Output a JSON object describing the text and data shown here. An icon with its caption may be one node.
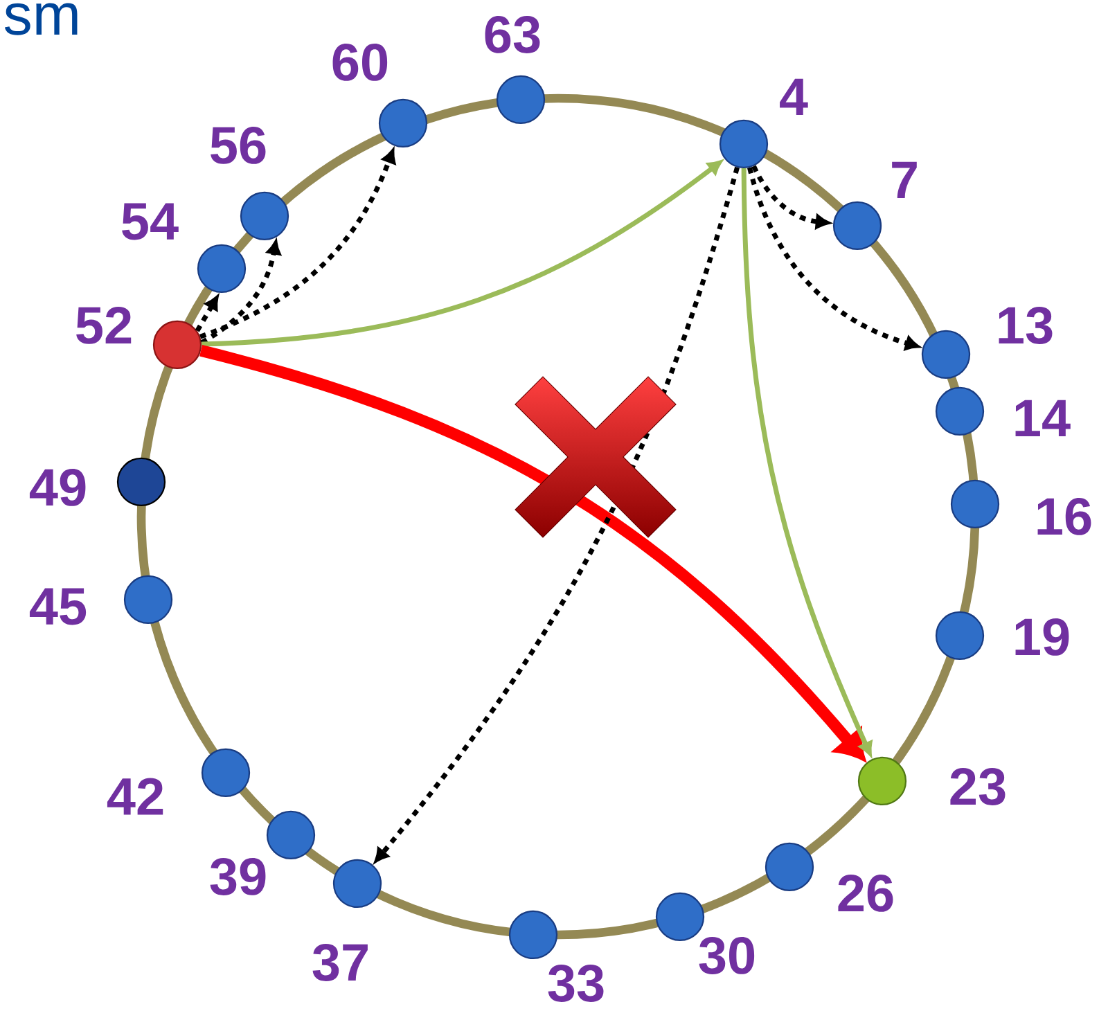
{
  "diagram": {
    "nodes": [
      {
        "text": [],
        "shape": "circle",
        "beside": [
          "63"
        ]
      },
      {
        "text": [],
        "shape": "circle",
        "beside": [
          "4"
        ]
      },
      {
        "text": [],
        "shape": "circle",
        "beside": [
          "7"
        ]
      },
      {
        "text": [],
        "shape": "circle",
        "beside": [
          "13"
        ]
      },
      {
        "text": [],
        "shape": "circle",
        "beside": [
          "14"
        ]
      },
      {
        "text": [],
        "shape": "circle",
        "beside": [
          "16"
        ]
      },
      {
        "text": [],
        "shape": "circle",
        "beside": [
          "19"
        ]
      },
      {
        "text": [],
        "shape": "circle",
        "beside": [
          "23"
        ]
      },
      {
        "text": [],
        "shape": "circle",
        "beside": [
          "26"
        ]
      },
      {
        "text": [],
        "shape": "circle",
        "beside": [
          "30"
        ]
      },
      {
        "text": [],
        "shape": "circle",
        "beside": [
          "33"
        ]
      },
      {
        "text": [],
        "shape": "circle",
        "beside": [
          "37"
        ]
      },
      {
        "text": [],
        "shape": "circle",
        "beside": [
          "39"
        ]
      },
      {
        "text": [],
        "shape": "circle",
        "beside": [
          "42"
        ]
      },
      {
        "text": [],
        "shape": "circle",
        "beside": [
          "45"
        ]
      },
      {
        "text": [],
        "shape": "circle",
        "beside": [
          "49"
        ]
      },
      {
        "text": [],
        "shape": "circle",
        "beside": [
          "52"
        ]
      },
      {
        "text": [],
        "shape": "circle",
        "beside": [
          "54"
        ]
      },
      {
        "text": [],
        "shape": "circle",
        "beside": [
          "56"
        ]
      },
      {
        "text": [],
        "shape": "circle",
        "beside": [
          "60"
        ]
      }
    ],
    "edges": [
      {
        "from": 16,
        "to": 17,
        "arrow": "to",
        "style": "dashed"
      },
      {
        "from": 16,
        "to": 18,
        "arrow": "to",
        "style": "dashed"
      },
      {
        "from": 16,
        "to": 19,
        "arrow": "to",
        "style": "dashed"
      },
      {
        "from": 16,
        "to": 1,
        "arrow": "to",
        "color": "#9bbb59"
      },
      {
        "from": 16,
        "to": 7,
        "arrow": "to",
        "style": "thick",
        "color": "#ff0000"
      },
      {
        "from": 1,
        "to": 2,
        "arrow": "to",
        "style": "dashed"
      },
      {
        "from": 1,
        "to": 3,
        "arrow": "to",
        "style": "dashed"
      },
      {
        "from": 1,
        "to": 11,
        "arrow": "to",
        "style": "dashed"
      },
      {
        "from": 1,
        "to": 7,
        "arrow": "to",
        "color": "#9bbb59"
      }
    ],
    "labels": [
      "sm"
    ]
  }
}
